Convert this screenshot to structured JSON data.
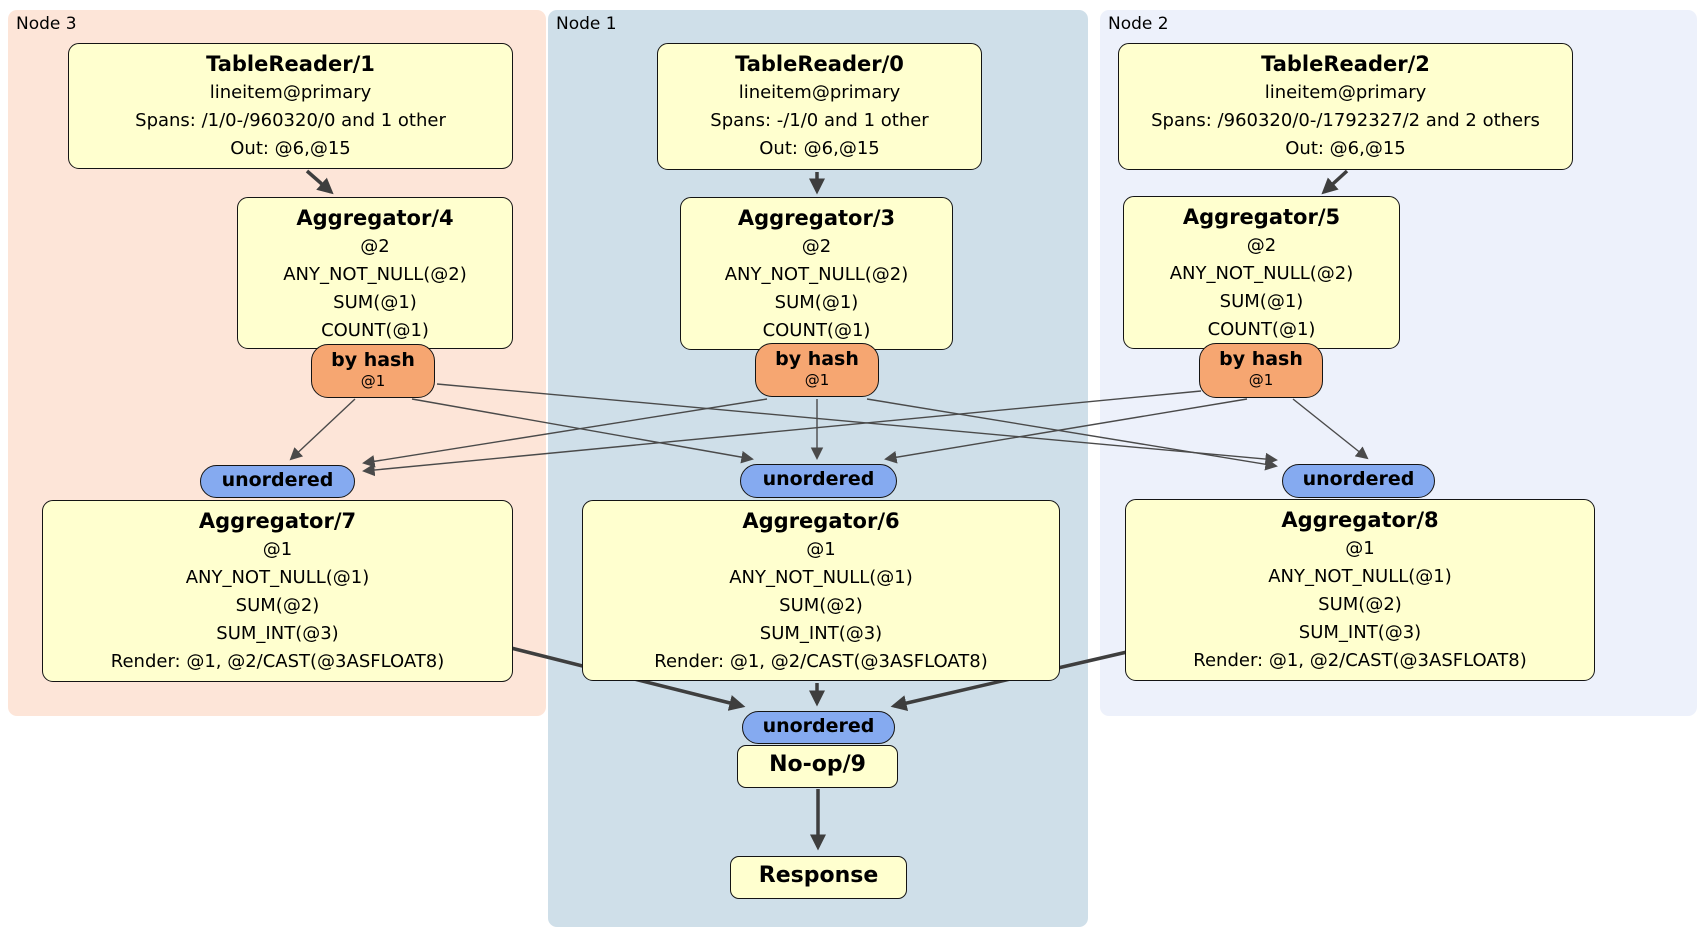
{
  "colors": {
    "panel_node3_bg": "#fde5d8",
    "panel_node1_bg": "#cfdfe9",
    "panel_node2_bg": "#edf1fb",
    "processor_box_bg": "#ffffcf",
    "router_pill_bg": "#f6a671",
    "sync_pill_bg": "#85aaf0",
    "edge_color": "#3e3e3e",
    "border_color": "#141414"
  },
  "panels": [
    {
      "label": "Node 3"
    },
    {
      "label": "Node 1"
    },
    {
      "label": "Node 2"
    }
  ],
  "tablereaders": [
    {
      "title": "TableReader/1",
      "index": "lineitem@primary",
      "spans": "Spans: /1/0-/960320/0 and 1 other",
      "out": "Out: @6,@15"
    },
    {
      "title": "TableReader/0",
      "index": "lineitem@primary",
      "spans": "Spans: -/1/0 and 1 other",
      "out": "Out: @6,@15"
    },
    {
      "title": "TableReader/2",
      "index": "lineitem@primary",
      "spans": "Spans: /960320/0-/1792327/2 and 2 others",
      "out": "Out: @6,@15"
    }
  ],
  "stage1_aggregators": [
    {
      "title": "Aggregator/4",
      "group": "@2",
      "aggs": [
        "ANY_NOT_NULL(@2)",
        "SUM(@1)",
        "COUNT(@1)"
      ]
    },
    {
      "title": "Aggregator/3",
      "group": "@2",
      "aggs": [
        "ANY_NOT_NULL(@2)",
        "SUM(@1)",
        "COUNT(@1)"
      ]
    },
    {
      "title": "Aggregator/5",
      "group": "@2",
      "aggs": [
        "ANY_NOT_NULL(@2)",
        "SUM(@1)",
        "COUNT(@1)"
      ]
    }
  ],
  "hash_routers": [
    {
      "label": "by hash",
      "key": "@1"
    },
    {
      "label": "by hash",
      "key": "@1"
    },
    {
      "label": "by hash",
      "key": "@1"
    }
  ],
  "synchronizers": [
    {
      "label": "unordered"
    },
    {
      "label": "unordered"
    },
    {
      "label": "unordered"
    }
  ],
  "stage2_aggregators": [
    {
      "title": "Aggregator/7",
      "group": "@1",
      "aggs": [
        "ANY_NOT_NULL(@1)",
        "SUM(@2)",
        "SUM_INT(@3)",
        "Render: @1, @2/CAST(@3ASFLOAT8)"
      ]
    },
    {
      "title": "Aggregator/6",
      "group": "@1",
      "aggs": [
        "ANY_NOT_NULL(@1)",
        "SUM(@2)",
        "SUM_INT(@3)",
        "Render: @1, @2/CAST(@3ASFLOAT8)"
      ]
    },
    {
      "title": "Aggregator/8",
      "group": "@1",
      "aggs": [
        "ANY_NOT_NULL(@1)",
        "SUM(@2)",
        "SUM_INT(@3)",
        "Render: @1, @2/CAST(@3ASFLOAT8)"
      ]
    }
  ],
  "final_synchronizer": {
    "label": "unordered"
  },
  "noop": {
    "title": "No-op/9"
  },
  "response": {
    "title": "Response"
  }
}
